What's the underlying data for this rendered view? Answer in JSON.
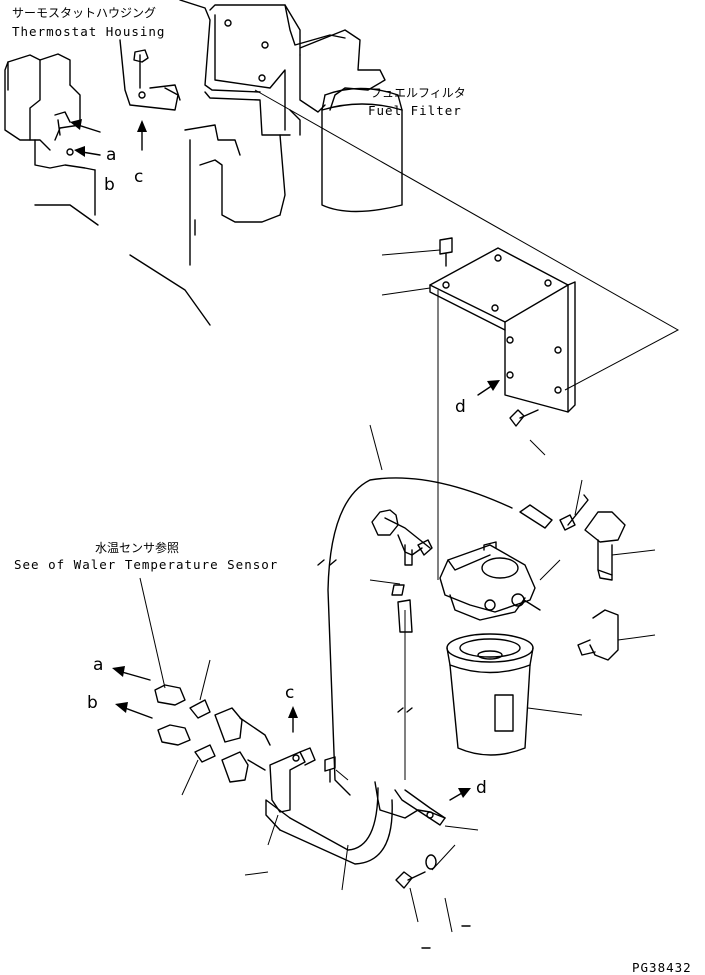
{
  "labels": {
    "thermostat_jp": "サーモスタットハウジング",
    "thermostat_en": "Thermostat Housing",
    "fuel_filter_jp": "フュエルフィルタ",
    "fuel_filter_en": "Fuel Filter",
    "water_sensor_jp": "水温センサ参照",
    "water_sensor_en": "See of Waler Temperature Sensor",
    "drawing_code": "PG38432"
  },
  "markers": {
    "a_top": "a",
    "b_top": "b",
    "c_top": "c",
    "d_mid": "d",
    "a_left": "a",
    "b_left": "b",
    "c_mid": "c",
    "d_right": "d"
  }
}
